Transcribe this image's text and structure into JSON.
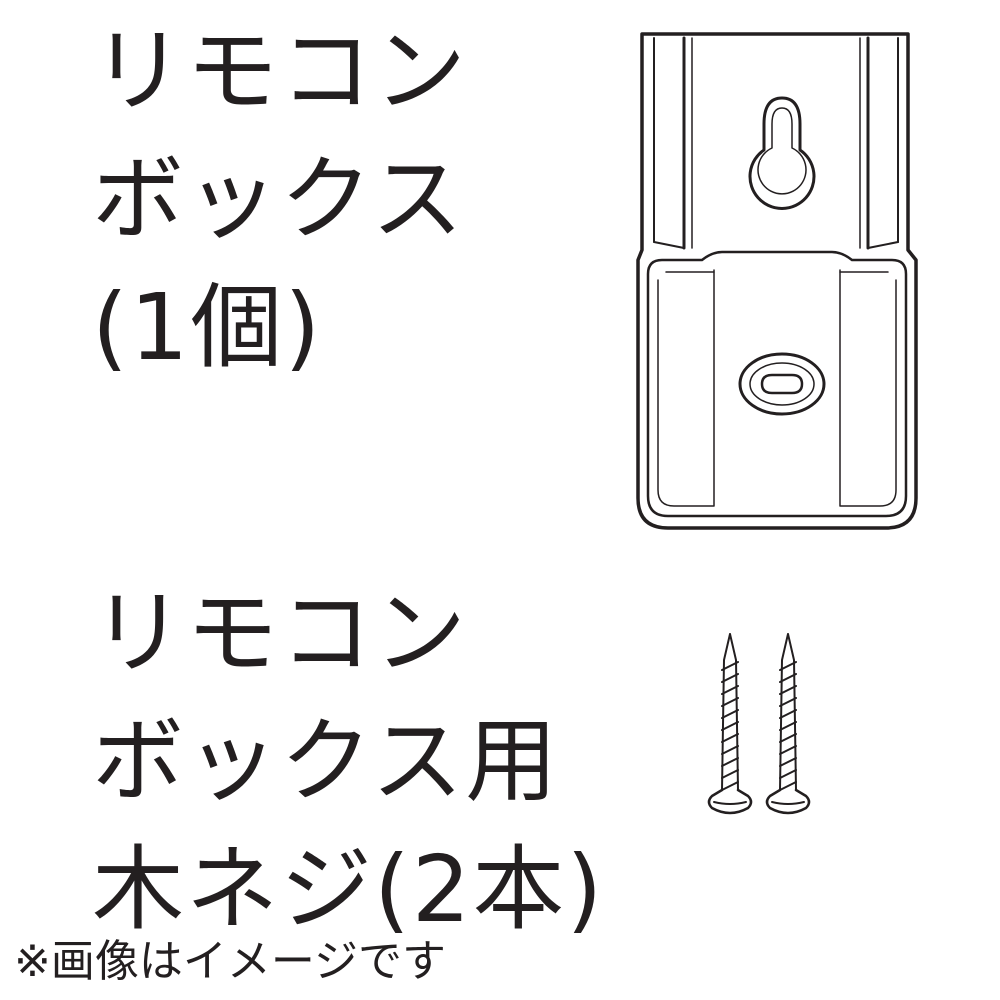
{
  "remote_box_item": {
    "label_lines": [
      "リモコン",
      "ボックス",
      "(1個)"
    ],
    "illustration_icon": "remote-control-box-holder-icon"
  },
  "screw_item": {
    "label_lines": [
      "リモコン",
      "ボックス用",
      "木ネジ(2本)"
    ],
    "illustration_icon": "wood-screw-icon",
    "quantity_shown": 2
  },
  "note": "※画像はイメージです",
  "colors": {
    "ink": "#231f20",
    "background": "#ffffff"
  }
}
